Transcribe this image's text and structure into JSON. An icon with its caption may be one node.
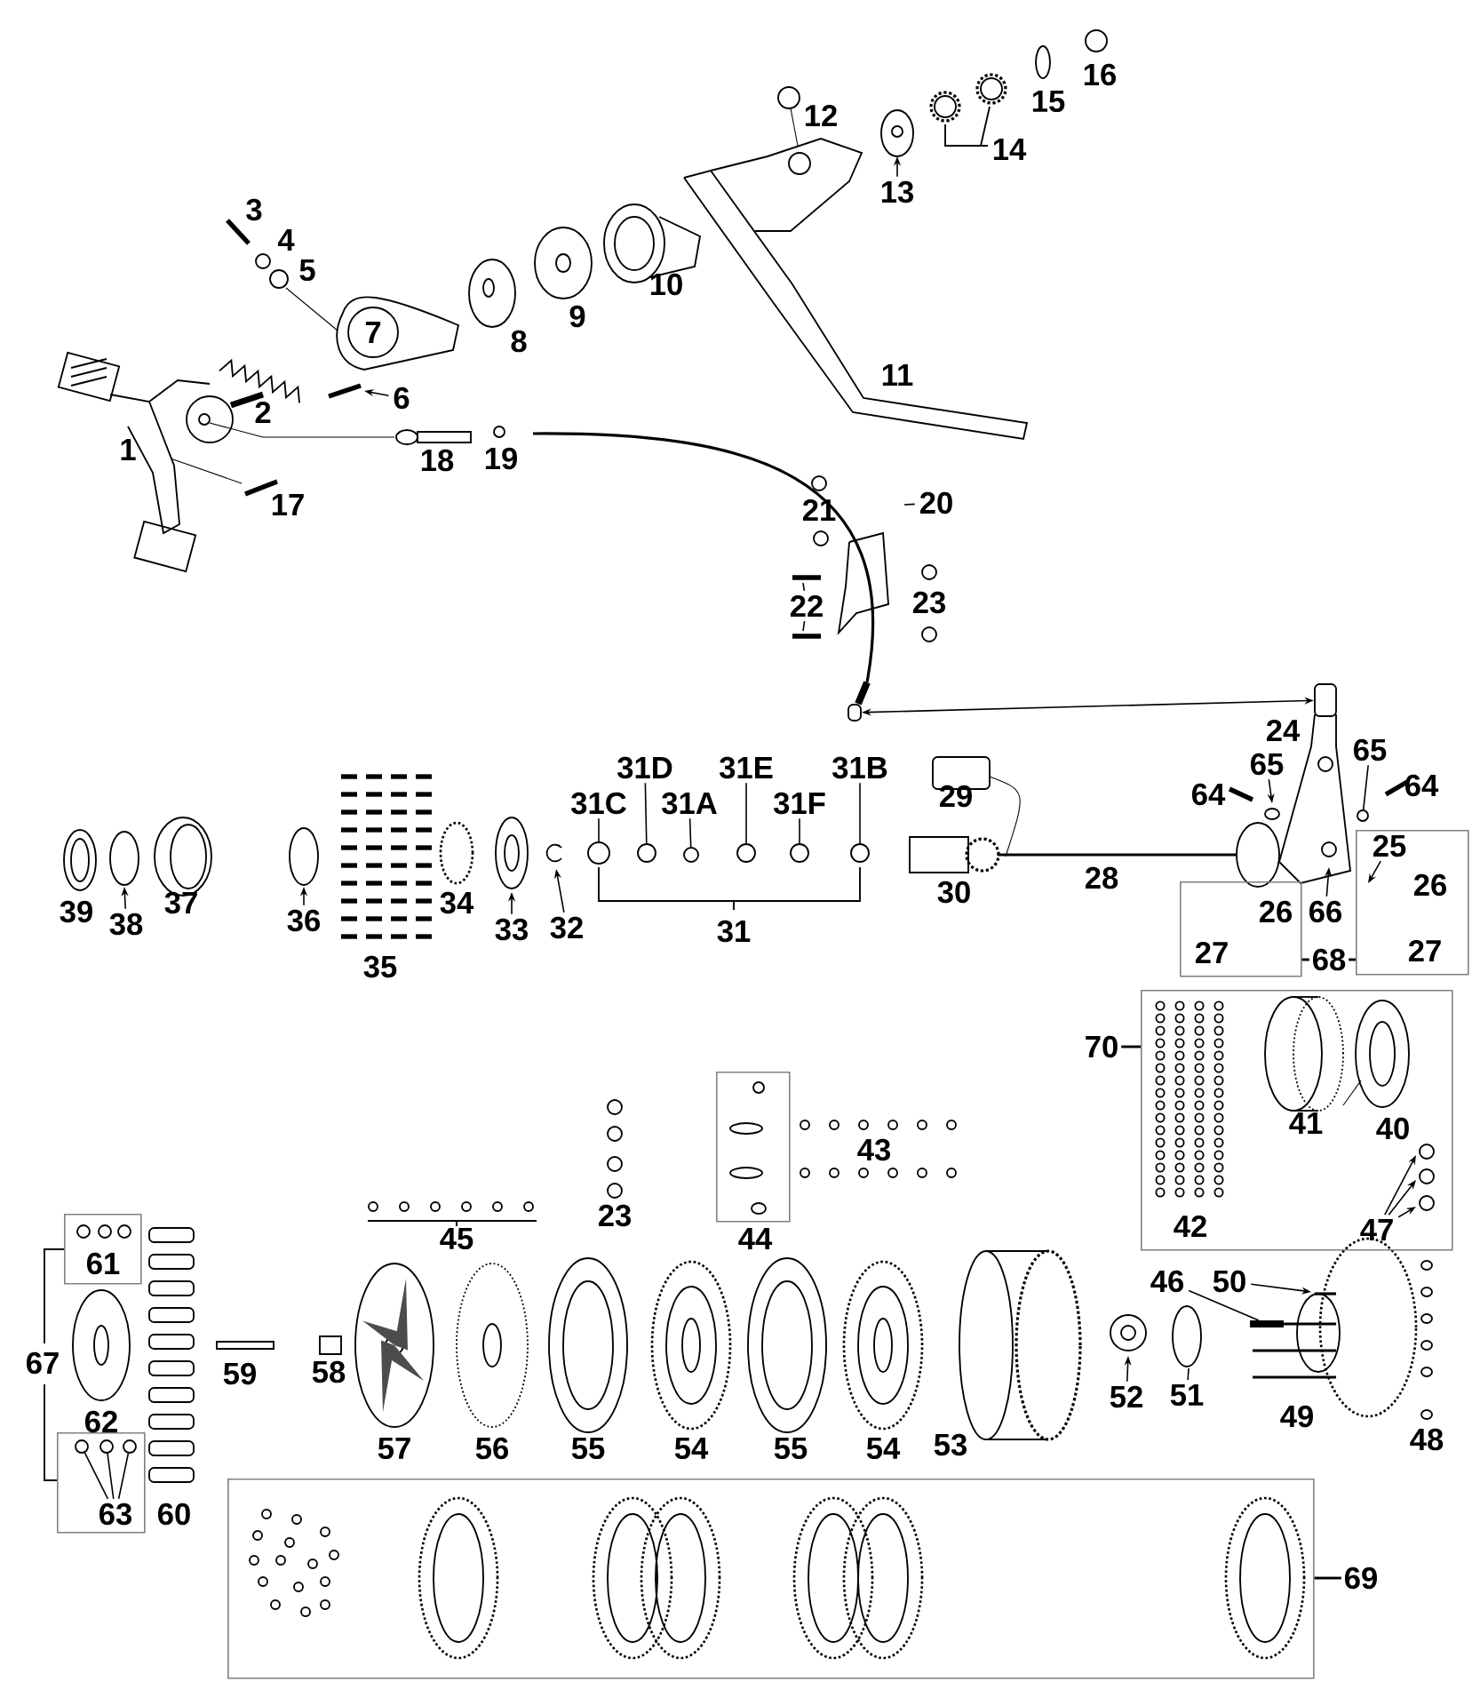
{
  "diagram": {
    "nodes": [
      {
        "text": [
          "6"
        ]
      },
      {
        "text": [
          "13"
        ]
      },
      {
        "text": [
          "20"
        ]
      },
      {
        "text": [],
        "shape": "box"
      },
      {
        "text": [],
        "shape": "box"
      },
      {
        "text": [
          "22"
        ]
      },
      {
        "text": [
          "31C"
        ]
      },
      {
        "text": [
          "31D"
        ]
      },
      {
        "text": [
          "31A"
        ]
      },
      {
        "text": [
          "31E"
        ]
      },
      {
        "text": [
          "31F"
        ]
      },
      {
        "text": [
          "31B"
        ]
      },
      {
        "text": [
          "32"
        ]
      },
      {
        "text": [
          "33"
        ]
      },
      {
        "text": [
          "36"
        ]
      },
      {
        "text": [
          "38"
        ]
      },
      {
        "text": [
          "65"
        ]
      },
      {
        "text": [
          "65"
        ]
      },
      {
        "text": [
          "66"
        ]
      },
      {
        "text": [
          "26",
          "27"
        ]
      },
      {
        "text": [
          "26",
          "27"
        ]
      },
      {
        "text": [
          "25"
        ],
        "in": 20
      },
      {
        "text": [
          "68"
        ]
      },
      {
        "text": [
          "42",
          "41",
          "40"
        ]
      },
      {
        "text": [
          "47"
        ],
        "in": 23
      },
      {
        "text": [
          "70"
        ]
      },
      {
        "text": [
          "46"
        ]
      },
      {
        "text": [
          "50"
        ]
      },
      {
        "text": [
          "52"
        ]
      },
      {
        "text": [
          "51"
        ]
      },
      {
        "text": [
          "61"
        ]
      },
      {
        "text": [],
        "shape": "box"
      },
      {
        "text": [
          "63"
        ],
        "in": 31
      },
      {
        "text": [],
        "shape": "box"
      },
      {
        "text": [
          "69"
        ]
      },
      {
        "text": [
          "44"
        ]
      },
      {
        "text": [],
        "shape": "circle"
      },
      {
        "text": [],
        "shape": "circle"
      },
      {
        "text": [],
        "shape": "circle"
      },
      {
        "text": [],
        "shape": "circle"
      },
      {
        "text": [],
        "shape": "circle"
      },
      {
        "text": [],
        "shape": "circle"
      },
      {
        "text": [],
        "shape": "circle"
      },
      {
        "text": [],
        "shape": "bar"
      },
      {
        "text": [],
        "shape": "circle",
        "in": 31
      },
      {
        "text": [],
        "shape": "circle",
        "in": 31
      },
      {
        "text": [],
        "shape": "circle",
        "in": 31
      }
    ],
    "edges": [
      {
        "from": 0,
        "to": null,
        "arrow": "to"
      },
      {
        "from": 1,
        "to": null,
        "arrow": "to"
      },
      {
        "from": 2,
        "to": null,
        "arrow": "none"
      },
      {
        "from": 3,
        "to": 4,
        "arrow": "both"
      },
      {
        "from": 5,
        "to": null,
        "arrow": "none"
      },
      {
        "from": 5,
        "to": null,
        "arrow": "none"
      },
      {
        "from": 6,
        "to": 36,
        "arrow": "none"
      },
      {
        "from": 7,
        "to": 37,
        "arrow": "none"
      },
      {
        "from": 8,
        "to": 38,
        "arrow": "none"
      },
      {
        "from": 9,
        "to": 39,
        "arrow": "none"
      },
      {
        "from": 10,
        "to": 40,
        "arrow": "none"
      },
      {
        "from": 11,
        "to": 41,
        "arrow": "none"
      },
      {
        "from": 12,
        "to": null,
        "arrow": "to"
      },
      {
        "from": 13,
        "to": null,
        "arrow": "to"
      },
      {
        "from": 14,
        "to": null,
        "arrow": "to"
      },
      {
        "from": 15,
        "to": null,
        "arrow": "to"
      },
      {
        "from": 16,
        "to": null,
        "arrow": "to"
      },
      {
        "from": 17,
        "to": 42,
        "arrow": "none"
      },
      {
        "from": 18,
        "to": null,
        "arrow": "to"
      },
      {
        "from": 21,
        "to": null,
        "arrow": "to"
      },
      {
        "from": 22,
        "to": 19,
        "arrow": "none"
      },
      {
        "from": 22,
        "to": 20,
        "arrow": "none"
      },
      {
        "from": 24,
        "to": null,
        "arrow": "to"
      },
      {
        "from": 24,
        "to": null,
        "arrow": "to"
      },
      {
        "from": 24,
        "to": null,
        "arrow": "to"
      },
      {
        "from": 25,
        "to": 23,
        "arrow": "none"
      },
      {
        "from": 26,
        "to": 43,
        "arrow": "none"
      },
      {
        "from": 27,
        "to": null,
        "arrow": "to"
      },
      {
        "from": 28,
        "to": null,
        "arrow": "to"
      },
      {
        "from": 29,
        "to": null,
        "arrow": "none"
      },
      {
        "from": 32,
        "to": 44,
        "arrow": "none"
      },
      {
        "from": 32,
        "to": 45,
        "arrow": "none"
      },
      {
        "from": 32,
        "to": 46,
        "arrow": "none"
      },
      {
        "from": 34,
        "to": 33,
        "arrow": "none"
      }
    ],
    "labels": [
      "16",
      "15",
      "12",
      "14",
      "3",
      "4",
      "5",
      "10",
      "9",
      "7",
      "8",
      "11",
      "2",
      "1",
      "18",
      "19",
      "17",
      "21",
      "23",
      "24",
      "64",
      "64",
      "29",
      "39",
      "37",
      "34",
      "35",
      "31",
      "28",
      "30",
      "43",
      "23",
      "45",
      "67",
      "59",
      "58",
      "62",
      "57",
      "56",
      "55",
      "54",
      "55",
      "54",
      "53",
      "49",
      "48",
      "60"
    ]
  }
}
